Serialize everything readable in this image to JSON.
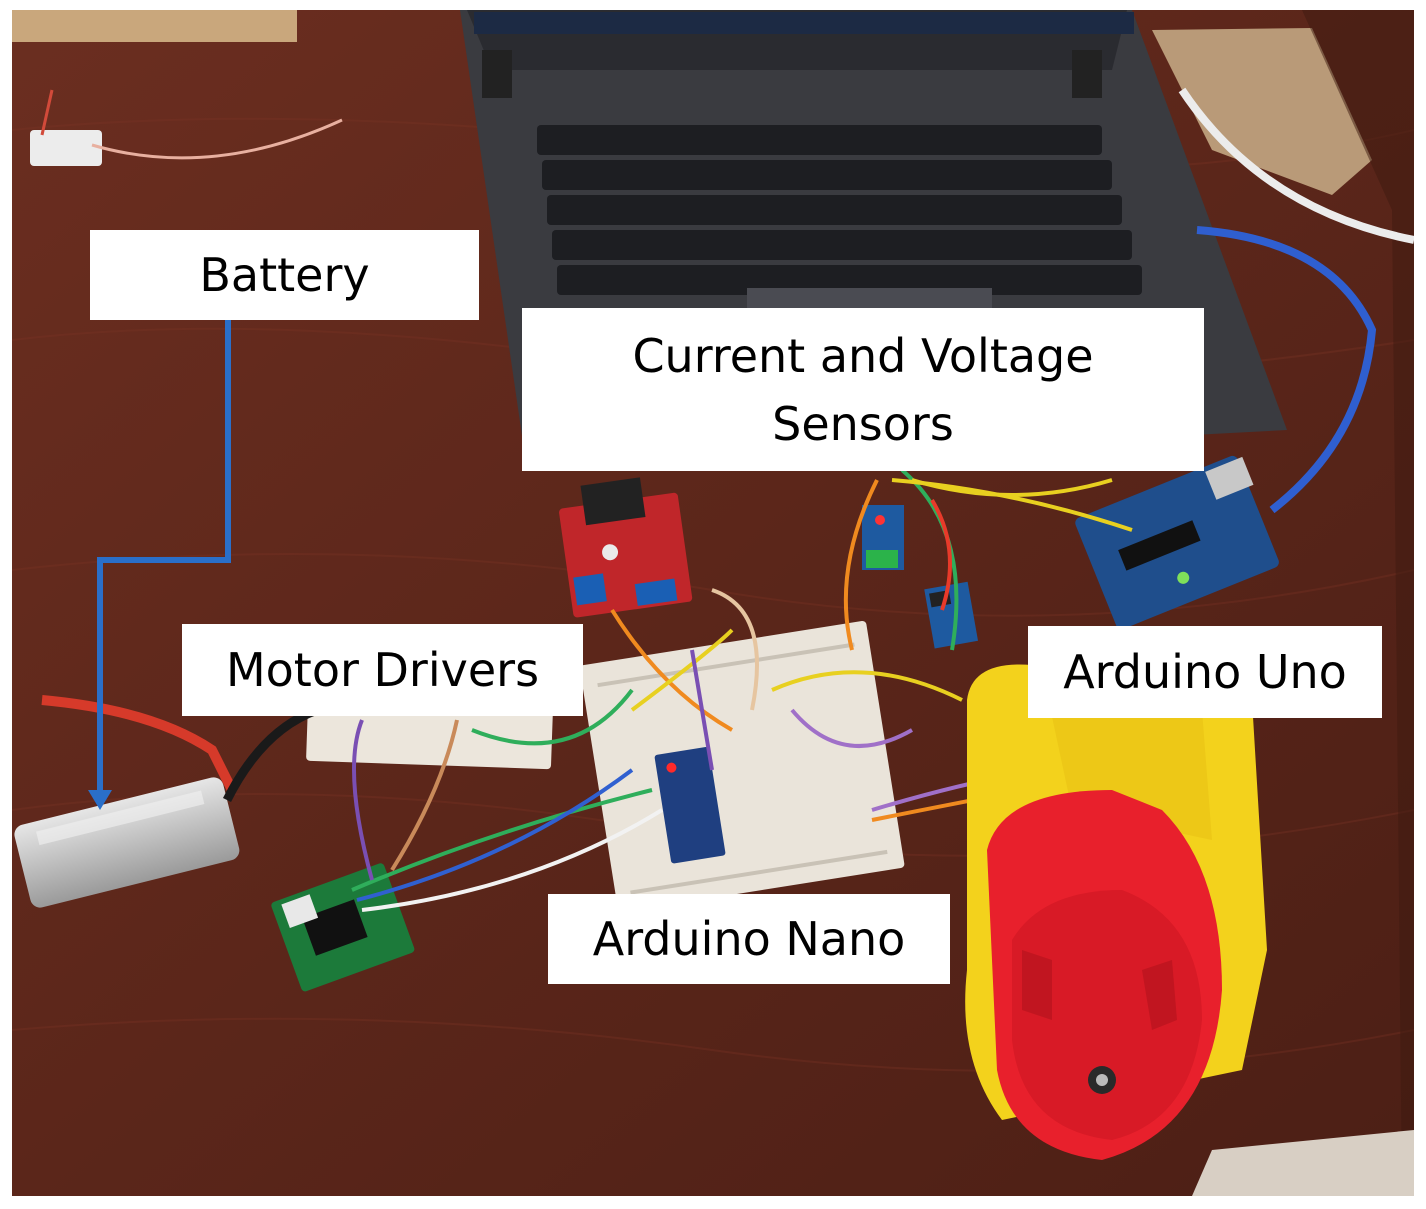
{
  "labels": {
    "battery": "Battery",
    "sensors_line1": "Current and Voltage",
    "sensors_line2": "Sensors",
    "motor_drivers": "Motor Drivers",
    "arduino_uno": "Arduino Uno",
    "arduino_nano": "Arduino Nano"
  },
  "colors": {
    "arrow": "#2a6fc9",
    "label_background": "#ffffff",
    "table": "#5a2619"
  }
}
